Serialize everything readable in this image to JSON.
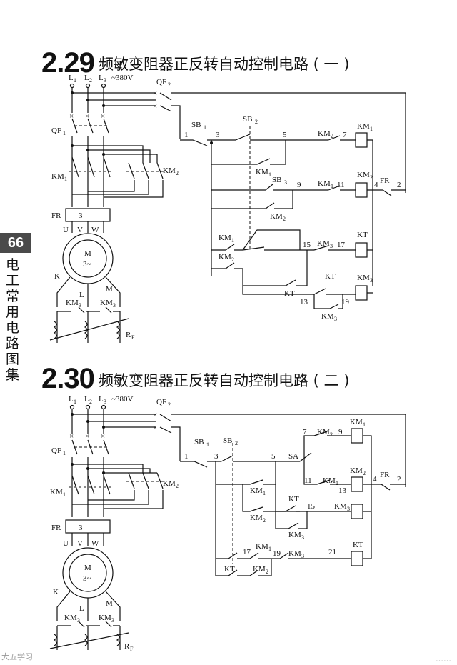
{
  "side_tab": {
    "page": "66",
    "book": "电工常用电路图集"
  },
  "sections": [
    {
      "num": "2.29",
      "title": "频敏变阻器正反转自动控制电路 ( 一 )"
    },
    {
      "num": "2.30",
      "title": "频敏变阻器正反转自动控制电路 ( 二 )"
    }
  ],
  "labels": {
    "L1": "L",
    "L2": "L",
    "L3": "L",
    "s1": "1",
    "s2": "2",
    "s3": "3",
    "volt": "~380V",
    "QF": "QF",
    "QF1sub": "1",
    "QF2sub": "2",
    "KM": "KM",
    "KM1sub": "1",
    "KM2sub": "2",
    "KM3sub": "3",
    "FR": "FR",
    "three": "3",
    "U": "U",
    "V": "V",
    "W": "W",
    "M": "M",
    "M3": "3~",
    "K": "K",
    "L": "L",
    "Mw": "M",
    "RF": "R",
    "Fsub": "F",
    "SB": "SB",
    "KT": "KT",
    "SA": "SA",
    "n1": "1",
    "n2": "2",
    "n3": "3",
    "n4": "4",
    "n5": "5",
    "n7": "7",
    "n9": "9",
    "n11": "11",
    "n13": "13",
    "n15": "15",
    "n17": "17",
    "n19": "19",
    "n21": "21"
  },
  "watermark": {
    "left": "大五学习",
    "right": "……"
  }
}
